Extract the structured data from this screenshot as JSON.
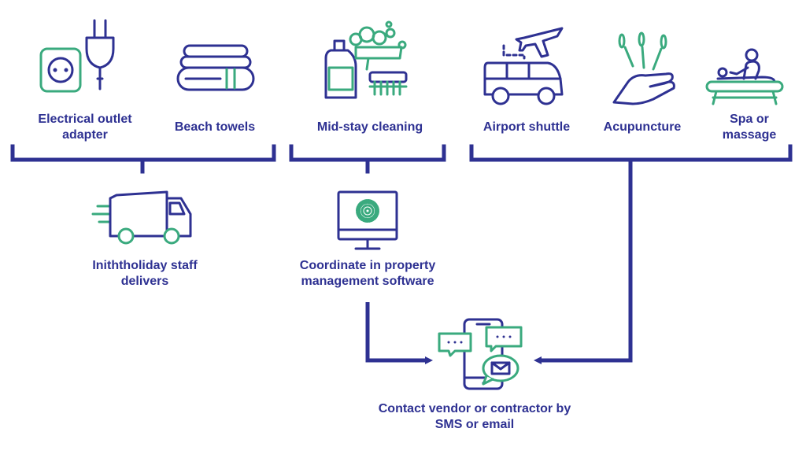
{
  "colors": {
    "navy": "#2e3192",
    "green": "#3aaa7e"
  },
  "services": [
    {
      "icon": "electrical-outlet-adapter-icon",
      "lines": [
        "Electrical outlet",
        "adapter"
      ]
    },
    {
      "icon": "beach-towels-icon",
      "lines": [
        "Beach towels"
      ]
    },
    {
      "icon": "cleaning-supplies-icon",
      "lines": [
        "Mid-stay cleaning"
      ]
    },
    {
      "icon": "airport-shuttle-icon",
      "lines": [
        "Airport shuttle"
      ]
    },
    {
      "icon": "acupuncture-icon",
      "lines": [
        "Acupuncture"
      ]
    },
    {
      "icon": "spa-massage-icon",
      "lines": [
        "Spa or",
        "massage"
      ]
    }
  ],
  "handlers": [
    {
      "icon": "delivery-truck-icon",
      "lines": [
        "Iniththoliday staff",
        "delivers"
      ]
    },
    {
      "icon": "computer-gear-icon",
      "lines": [
        "Coordinate in property",
        "management software"
      ]
    }
  ],
  "target": {
    "icon": "phone-message-icon",
    "lines": [
      "Contact vendor or contractor by",
      "SMS or email"
    ]
  }
}
